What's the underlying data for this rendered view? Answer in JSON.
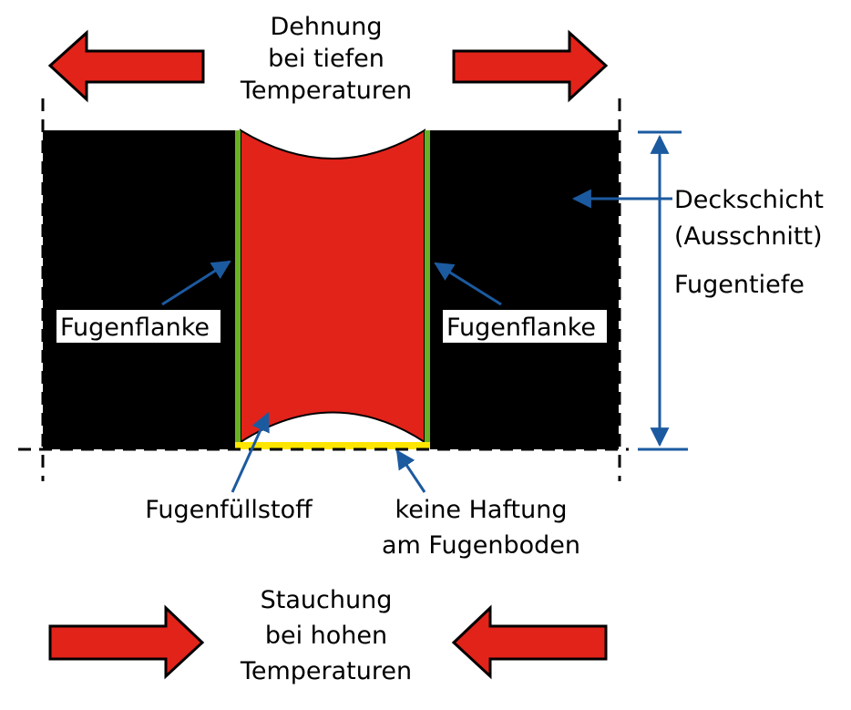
{
  "labels": {
    "top_expansion": [
      "Dehnung",
      "bei tiefen",
      "Temperaturen"
    ],
    "bottom_compression": [
      "Stauchung",
      "bei hohen",
      "Temperaturen"
    ],
    "cover_layer": [
      "Deckschicht",
      "(Ausschnitt)"
    ],
    "joint_depth": "Fugentiefe",
    "joint_flank_left": "Fugenflanke",
    "joint_flank_right": "Fugenflanke",
    "joint_filler": "Fugenfüllstoff",
    "no_adhesion": [
      "keine Haftung",
      "am Fugenboden"
    ]
  },
  "colors": {
    "arrow_fill": "#e2231a",
    "filler_red": "#e2231a",
    "flank_green": "#6ab023",
    "base_yellow": "#ffe600",
    "pavement_black": "#000000",
    "pointer_blue": "#1c5aa0"
  }
}
